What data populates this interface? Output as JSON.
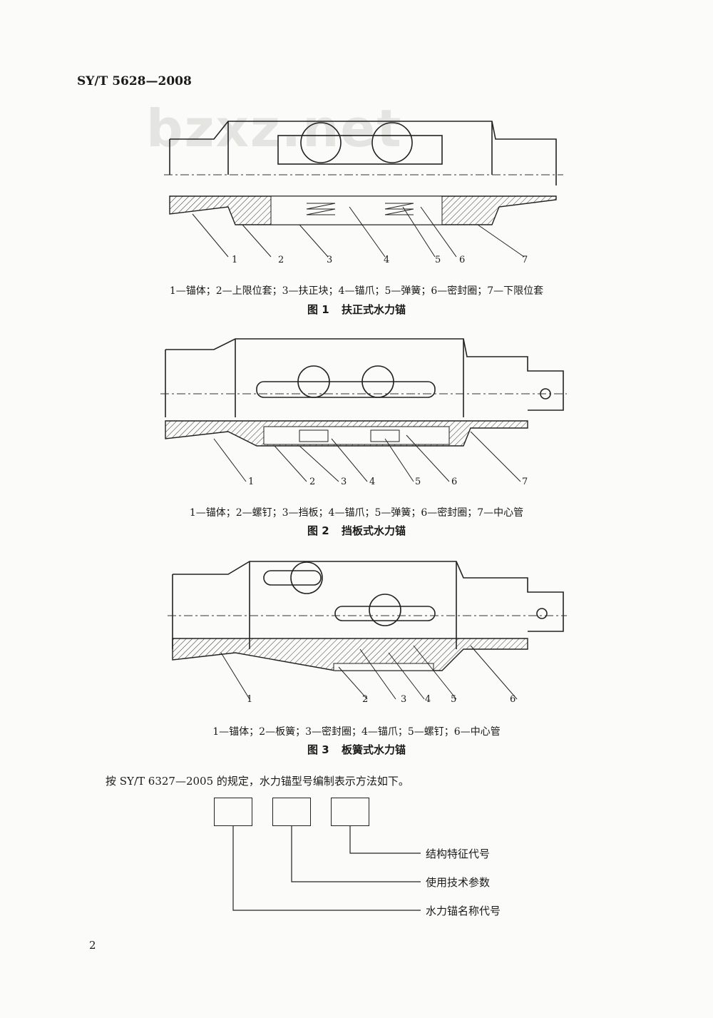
{
  "header": {
    "standard_no": "SY/T 5628—2008"
  },
  "watermark": {
    "text": "bzxz.net"
  },
  "figures": [
    {
      "callouts": [
        "1",
        "2",
        "3",
        "4",
        "5",
        "6",
        "7"
      ],
      "legend": "1—锚体；2—上限位套；3—扶正块；4—锚爪；5—弹簧；6—密封圈；7—下限位套",
      "caption_no": "图 1",
      "caption_title": "扶正式水力锚"
    },
    {
      "callouts": [
        "1",
        "2",
        "3",
        "4",
        "5",
        "6",
        "7"
      ],
      "legend": "1—锚体；2—螺钉；3—挡板；4—锚爪；5—弹簧；6—密封圈；7—中心管",
      "caption_no": "图 2",
      "caption_title": "挡板式水力锚"
    },
    {
      "callouts": [
        "1",
        "2",
        "3",
        "4",
        "5",
        "6"
      ],
      "legend": "1—锚体；2—板簧；3—密封圈；4—锚爪；5—螺钉；6—中心管",
      "caption_no": "图 3",
      "caption_title": "板簧式水力锚"
    }
  ],
  "paragraph": "按 SY/T 6327—2005 的规定，水力锚型号编制表示方法如下。",
  "model_code": {
    "labels": [
      "结构特征代号",
      "使用技术参数",
      "水力锚名称代号"
    ]
  },
  "page_number": "2"
}
